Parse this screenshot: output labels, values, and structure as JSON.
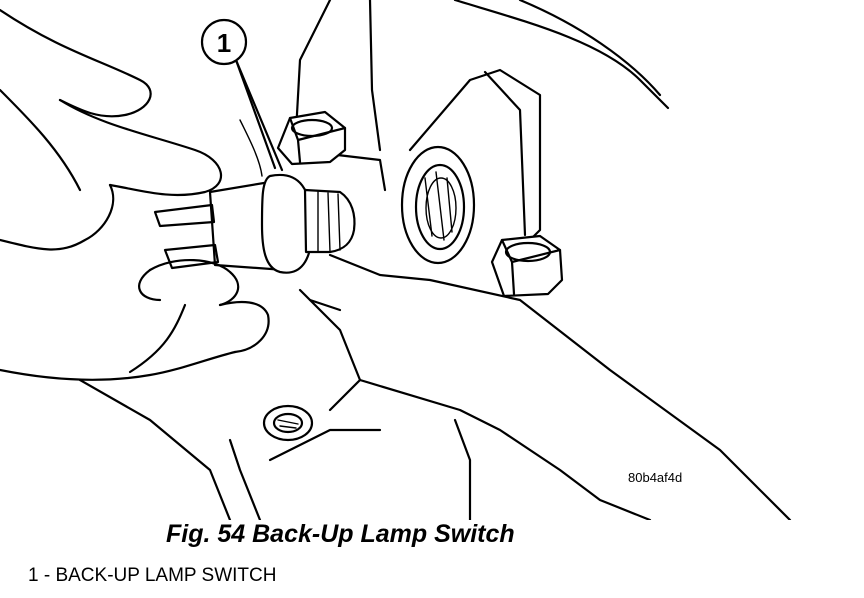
{
  "figure": {
    "callout_number": "1",
    "image_code": "80b4af4d",
    "caption": "Fig. 54 Back-Up Lamp Switch",
    "legend_items": [
      {
        "label": "1 - BACK-UP LAMP SWITCH"
      }
    ]
  }
}
